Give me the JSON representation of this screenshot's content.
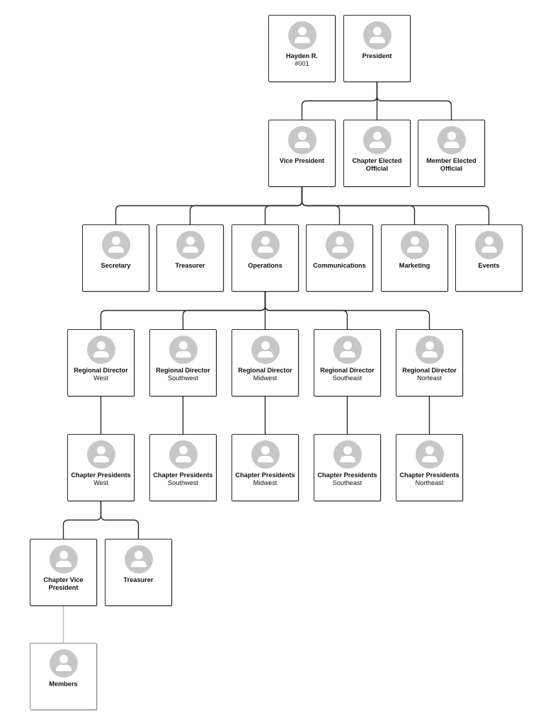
{
  "nodes": [
    {
      "id": "hayden",
      "title": "Hayden R.",
      "subtitle": "#001"
    },
    {
      "id": "president",
      "title": "President",
      "subtitle": ""
    },
    {
      "id": "vice-president",
      "title": "Vice President",
      "subtitle": ""
    },
    {
      "id": "chapter-elected-official",
      "title": "Chapter Elected Official",
      "subtitle": ""
    },
    {
      "id": "member-elected-official",
      "title": "Member Elected Official",
      "subtitle": ""
    },
    {
      "id": "secretary",
      "title": "Secretary",
      "subtitle": ""
    },
    {
      "id": "treasurer",
      "title": "Treasurer",
      "subtitle": ""
    },
    {
      "id": "operations",
      "title": "Operations",
      "subtitle": ""
    },
    {
      "id": "communications",
      "title": "Communications",
      "subtitle": ""
    },
    {
      "id": "marketing",
      "title": "Marketing",
      "subtitle": ""
    },
    {
      "id": "events",
      "title": "Events",
      "subtitle": ""
    },
    {
      "id": "rd-west",
      "title": "Regional Director",
      "subtitle": "West"
    },
    {
      "id": "rd-southwest",
      "title": "Regional Director",
      "subtitle": "Southwest"
    },
    {
      "id": "rd-midwest",
      "title": "Regional Director",
      "subtitle": "Midwest"
    },
    {
      "id": "rd-southeast",
      "title": "Regional Director",
      "subtitle": "Southeast"
    },
    {
      "id": "rd-northeast",
      "title": "Regional Director",
      "subtitle": "Norteast"
    },
    {
      "id": "cp-west",
      "title": "Chapter Presidents",
      "subtitle": "West"
    },
    {
      "id": "cp-southwest",
      "title": "Chapter Presidents",
      "subtitle": "Southwest"
    },
    {
      "id": "cp-midwest",
      "title": "Chapter Presidents",
      "subtitle": "Midwest"
    },
    {
      "id": "cp-southeast",
      "title": "Chapter Presidents",
      "subtitle": "Southeast"
    },
    {
      "id": "cp-northeast",
      "title": "Chapter Presidents",
      "subtitle": "Northeast"
    },
    {
      "id": "chapter-vice-president",
      "title": "Chapter Vice President",
      "subtitle": ""
    },
    {
      "id": "chapter-treasurer",
      "title": "Treasurer",
      "subtitle": ""
    },
    {
      "id": "members",
      "title": "Members",
      "subtitle": ""
    }
  ],
  "edges": [
    {
      "from": "president",
      "to": [
        "vice-president",
        "chapter-elected-official",
        "member-elected-official"
      ]
    },
    {
      "from": "vice-president",
      "to": [
        "secretary",
        "treasurer",
        "operations",
        "communications",
        "marketing",
        "events"
      ]
    },
    {
      "from": "operations",
      "to": [
        "rd-west",
        "rd-southwest",
        "rd-midwest",
        "rd-southeast",
        "rd-northeast"
      ]
    },
    {
      "from": "rd-west",
      "to": [
        "cp-west"
      ]
    },
    {
      "from": "rd-southwest",
      "to": [
        "cp-southwest"
      ]
    },
    {
      "from": "rd-midwest",
      "to": [
        "cp-midwest"
      ]
    },
    {
      "from": "rd-southeast",
      "to": [
        "cp-southeast"
      ]
    },
    {
      "from": "rd-northeast",
      "to": [
        "cp-northeast"
      ]
    },
    {
      "from": "cp-west",
      "to": [
        "chapter-vice-president",
        "chapter-treasurer"
      ]
    },
    {
      "from": "chapter-vice-president",
      "to": [
        "members"
      ],
      "style": "faded"
    }
  ],
  "colors": {
    "node_border": "#2b2b2b",
    "connector": "#2b2b2b",
    "faded": "#bdbdbd",
    "avatar": "#c7c7c7"
  },
  "icons": {
    "avatar": "person-avatar-icon"
  }
}
